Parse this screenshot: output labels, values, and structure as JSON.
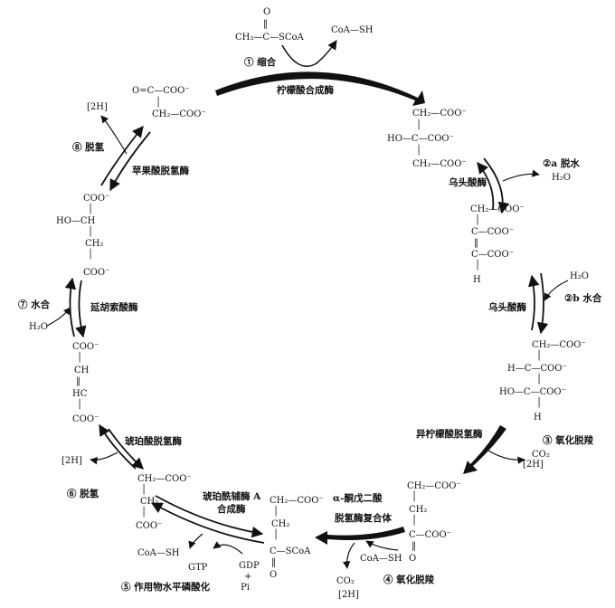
{
  "acetyl_coa": {
    "l1": "O",
    "l2": "‖",
    "l3": "CH₃—C—SCoA"
  },
  "coash_top": "CoA—SH",
  "step1": "① 缩合",
  "enzyme_citrate_synthase": "柠檬酸合成酶",
  "oxaloacetate": {
    "l1": "O=C—COO⁻",
    "l2": "│",
    "l3": "CH₂—COO⁻"
  },
  "h2_step8": "[2H]",
  "step8": "⑧ 脱氢",
  "enzyme_malate_dh": "苹果酸脱氢酶",
  "citrate": {
    "l1": "CH₂—COO⁻",
    "l2": "│",
    "l3": "HO—C—COO⁻",
    "l4": "│",
    "l5": "CH₂—COO⁻"
  },
  "step2a": "②a 脱水",
  "h2o_out": "H₂O",
  "enzyme_aconitase_1": "乌头酸酶",
  "aconitate": {
    "l1": "CH₂—COO⁻",
    "l2": "│",
    "l3": "C—COO⁻",
    "l4": "‖",
    "l5": "C—COO⁻",
    "l6": "│",
    "l7": "H"
  },
  "h2o_in": "H₂O",
  "step2b": "②b 水合",
  "enzyme_aconitase_2": "乌头酸酶",
  "malate": {
    "l1": "COO⁻",
    "l2": "│",
    "l3": "HO—CH",
    "l4": "│",
    "l5": "CH₂",
    "l6": "│",
    "l7": "COO⁻"
  },
  "step7": "⑦ 水合",
  "h2o_step7": "H₂O",
  "enzyme_fumarase": "延胡索酸酶",
  "isocitrate": {
    "l1": "CH₂—COO⁻",
    "l2": "│",
    "l3": "H—C—COO⁻",
    "l4": "│",
    "l5": "HO—C—COO⁻",
    "l6": "│",
    "l7": "H"
  },
  "step3": "③ 氧化脱羧",
  "enzyme_idh": "异柠檬酸脱氢酶",
  "co2_step3": "CO₂",
  "h2_step3": "[2H]",
  "fumarate": {
    "l1": "COO⁻",
    "l2": "│",
    "l3": "CH",
    "l4": "‖",
    "l5": "HC",
    "l6": "│",
    "l7": "COO⁻"
  },
  "enzyme_sdh": "琥珀酸脱氢酶",
  "h2_step6": "[2H]",
  "step6": "⑥ 脱氢",
  "succinate": {
    "l1": "CH₂—COO⁻",
    "l2": "│",
    "l3": "CH₂",
    "l4": "│",
    "l5": "COO⁻"
  },
  "enzyme_succ_coa_synthetase_1": "琥珀酰辅酶 A",
  "enzyme_succ_coa_synthetase_2": "合成酶",
  "coash_step5": "CoA—SH",
  "gtp": "GTP",
  "gdp": "GDP",
  "plus": "+",
  "pi": "Pi",
  "step5": "⑤ 作用物水平磷酸化",
  "succinyl_coa": {
    "l1": "CH₂—COO⁻",
    "l2": "│",
    "l3": "CH₂",
    "l4": "│",
    "l5": "C—SCoA",
    "l6": "‖",
    "l7": "O"
  },
  "enzyme_akgdh_1": "α-酮戊二酸",
  "enzyme_akgdh_2": "脱氢酶复合体",
  "coash_step4": "CoA—SH",
  "co2_step4": "CO₂",
  "h2_step4": "[2H]",
  "step4": "④ 氧化脱羧",
  "akg": {
    "l1": "CH₂—COO⁻",
    "l2": "│",
    "l3": "CH₂",
    "l4": "│",
    "l5": "C—COO⁻",
    "l6": "‖",
    "l7": "O"
  }
}
